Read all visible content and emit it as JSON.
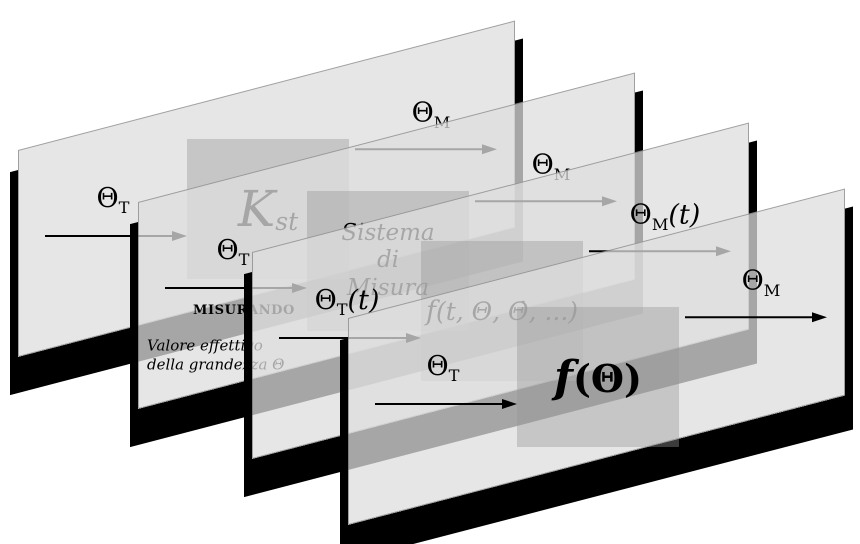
{
  "palette": {
    "shadow": "#000000",
    "panel": "#dedede",
    "block": "#969696",
    "ink": "#000000"
  },
  "slides": [
    {
      "input_main": "Θ",
      "input_sub": "T",
      "input_suffix": "",
      "block_main": "K",
      "block_sub": "st",
      "block_rest": "",
      "block_line1": "",
      "block_line2": "",
      "block_line3": "",
      "output_main": "Θ",
      "output_sub": "M",
      "output_suffix": "",
      "measurand_label": "",
      "caption_line1": "",
      "caption_line2": ""
    },
    {
      "input_main": "Θ",
      "input_sub": "T",
      "input_suffix": "",
      "block_main": "",
      "block_sub": "",
      "block_rest": "",
      "block_line1": "Sistema",
      "block_line2": "di",
      "block_line3": "Misura",
      "output_main": "Θ",
      "output_sub": "M",
      "output_suffix": "",
      "measurand_label": "MISURANDO",
      "caption_line1": "Valore  effettivo",
      "caption_line2": "della grandezza Θ"
    },
    {
      "input_main": "Θ",
      "input_sub": "T",
      "input_suffix": "(t)",
      "block_main": "f",
      "block_sub": "",
      "block_rest": "(t, Θ, Θ̇, ...)",
      "block_line1": "",
      "block_line2": "",
      "block_line3": "",
      "output_main": "Θ",
      "output_sub": "M",
      "output_suffix": "(t)",
      "measurand_label": "",
      "caption_line1": "",
      "caption_line2": ""
    },
    {
      "input_main": "Θ",
      "input_sub": "T",
      "input_suffix": "",
      "block_main": "f",
      "block_sub": "",
      "block_rest": "(Θ)",
      "block_line1": "",
      "block_line2": "",
      "block_line3": "",
      "output_main": "Θ",
      "output_sub": "M",
      "output_suffix": "",
      "measurand_label": "",
      "caption_line1": "",
      "caption_line2": ""
    }
  ]
}
